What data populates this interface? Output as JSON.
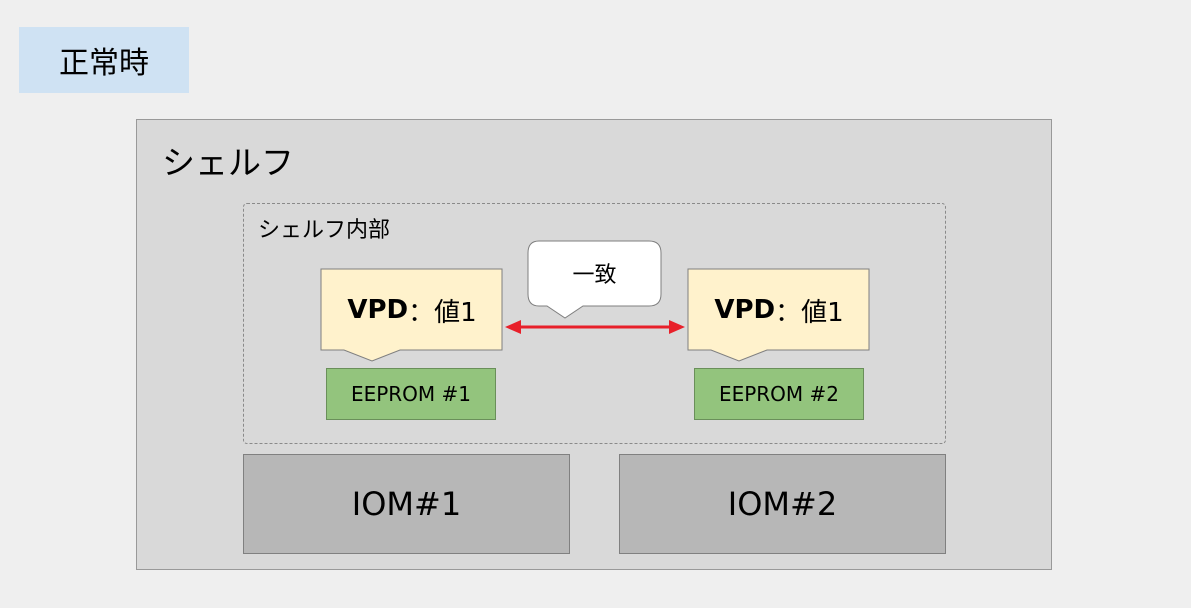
{
  "state_label": "正常時",
  "shelf": {
    "title": "シェルフ",
    "inner": {
      "title": "シェルフ内部",
      "relation_label": "一致",
      "modules": [
        {
          "vpd_key": "VPD",
          "vpd_sep": "：",
          "vpd_value": "値1",
          "eeprom_label": "EEPROM #1"
        },
        {
          "vpd_key": "VPD",
          "vpd_sep": "：",
          "vpd_value": "値1",
          "eeprom_label": "EEPROM #2"
        }
      ]
    },
    "ioms": [
      "IOM#1",
      "IOM#2"
    ]
  },
  "colors": {
    "background": "#efefef",
    "state_badge": "#cfe2f3",
    "shelf": "#d9d9d9",
    "vpd_callout": "#fff2cc",
    "eeprom": "#93c47d",
    "iom": "#b7b7b7",
    "arrow": "#e8202a",
    "match_callout": "#ffffff"
  }
}
